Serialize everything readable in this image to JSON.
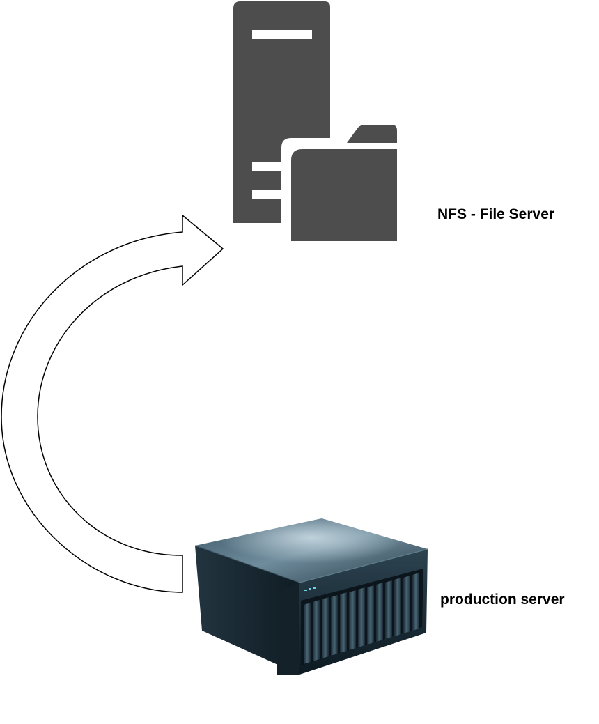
{
  "nodes": {
    "file_server": {
      "label": "NFS - File Server",
      "icon": "file-server-icon",
      "color": "#4d4d4d"
    },
    "production_server": {
      "label": "production server",
      "icon": "rack-server-icon",
      "color": "#1f3340"
    }
  },
  "edges": [
    {
      "from": "production_server",
      "to": "file_server",
      "style": "curved block arrow",
      "fill": "#ffffff",
      "stroke": "#000000"
    }
  ]
}
